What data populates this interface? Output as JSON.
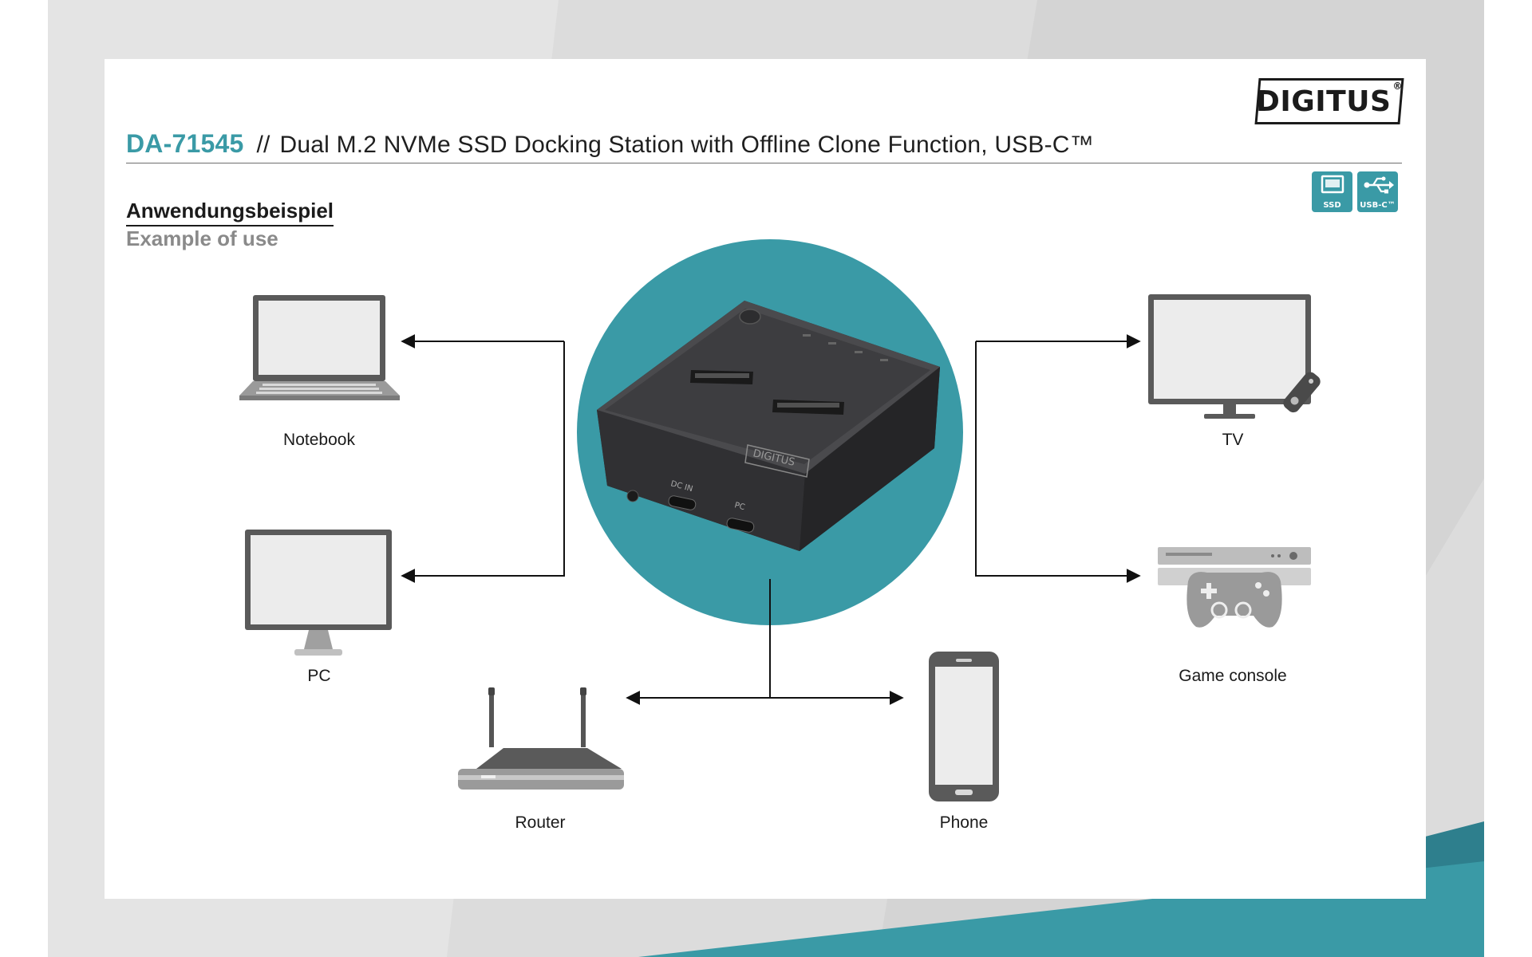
{
  "header": {
    "model": "DA-71545",
    "separator": "//",
    "title": "Dual M.2 NVMe SSD Docking Station with Offline Clone Function, USB-C™"
  },
  "brand": {
    "logo_text": "DIGITUS",
    "registered": "®"
  },
  "badges": [
    {
      "label": "SSD",
      "icon": "ssd-icon"
    },
    {
      "label": "USB-C™",
      "icon": "usb-icon"
    }
  ],
  "section": {
    "title_de": "Anwendungsbeispiel",
    "title_en": "Example of use"
  },
  "devices": {
    "notebook": "Notebook",
    "pc": "PC",
    "tv": "TV",
    "game_console": "Game console",
    "router": "Router",
    "phone": "Phone"
  },
  "dock": {
    "brand": "DIGITUS",
    "port_dc_in": "DC IN",
    "port_pc": "PC"
  },
  "colors": {
    "accent": "#3a9aa6",
    "text": "#1b1b1b",
    "muted": "#8a8a8a",
    "dock_body": "#3a3a3c"
  }
}
